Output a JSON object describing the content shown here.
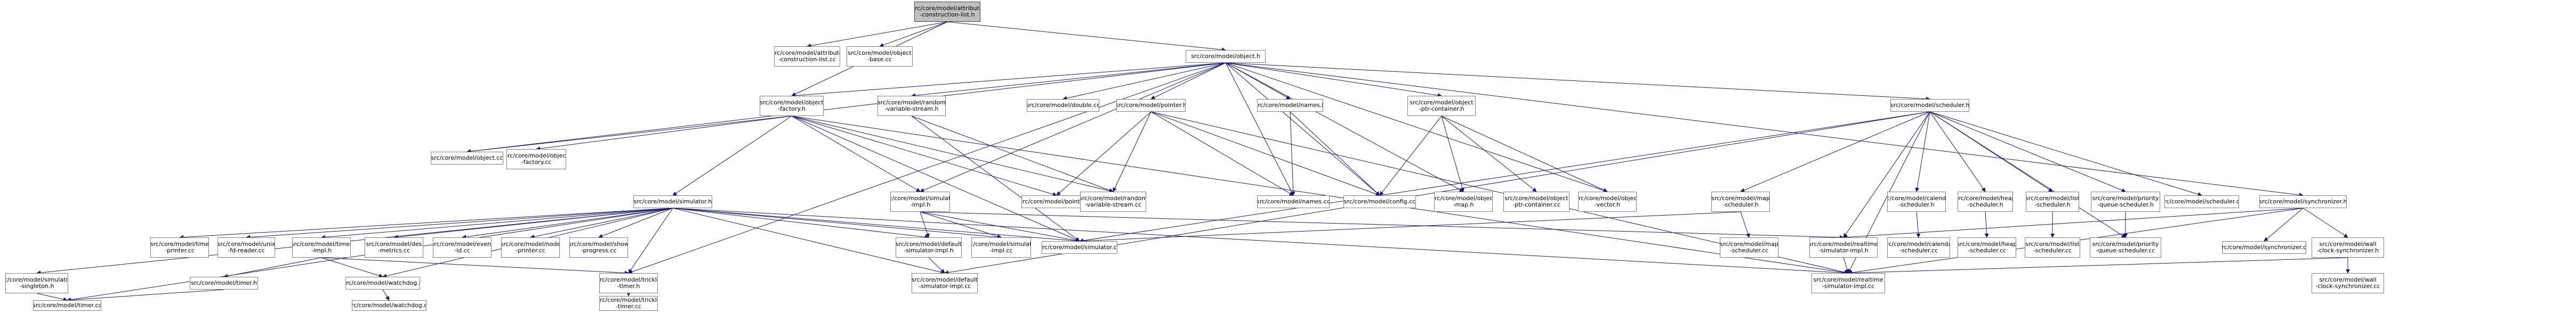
{
  "graph": {
    "title": "",
    "edge_color": "#191970",
    "node_border_color": "#7f7f7f",
    "root_fill_color": "#bfbfbf",
    "nodes": [
      {
        "id": "root",
        "lines": [
          "src/core/model/attribute",
          "-construction-list.h"
        ],
        "root": true
      },
      {
        "id": "attr_cc",
        "lines": [
          "src/core/model/attribute",
          "-construction-list.cc"
        ]
      },
      {
        "id": "obj_base_cc",
        "lines": [
          "src/core/model/object",
          "-base.cc"
        ]
      },
      {
        "id": "object_h",
        "lines": [
          "src/core/model/object.h"
        ]
      },
      {
        "id": "object_cc",
        "lines": [
          "src/core/model/object.cc"
        ]
      },
      {
        "id": "factory_h",
        "lines": [
          "src/core/model/object",
          "-factory.h"
        ]
      },
      {
        "id": "factory_cc",
        "lines": [
          "src/core/model/object",
          "-factory.cc"
        ]
      },
      {
        "id": "random_h",
        "lines": [
          "src/core/model/random",
          "-variable-stream.h"
        ]
      },
      {
        "id": "double_cc",
        "lines": [
          "src/core/model/double.cc"
        ]
      },
      {
        "id": "pointer_h",
        "lines": [
          "src/core/model/pointer.h"
        ]
      },
      {
        "id": "names_h",
        "lines": [
          "src/core/model/names.h"
        ]
      },
      {
        "id": "ptr_container_h",
        "lines": [
          "src/core/model/object",
          "-ptr-container.h"
        ]
      },
      {
        "id": "scheduler_h",
        "lines": [
          "src/core/model/scheduler.h"
        ]
      },
      {
        "id": "simulator_h",
        "lines": [
          "src/core/model/simulator.h"
        ]
      },
      {
        "id": "simimpl_h",
        "lines": [
          "src/core/model/simulator",
          "-impl.h"
        ]
      },
      {
        "id": "pointer_cc",
        "lines": [
          "src/core/model/pointer.cc"
        ]
      },
      {
        "id": "random_cc",
        "lines": [
          "src/core/model/random",
          "-variable-stream.cc"
        ]
      },
      {
        "id": "names_cc",
        "lines": [
          "src/core/model/names.cc"
        ]
      },
      {
        "id": "config_cc",
        "lines": [
          "src/core/model/config.cc"
        ]
      },
      {
        "id": "objmap_h",
        "lines": [
          "src/core/model/object",
          "-map.h"
        ]
      },
      {
        "id": "ptrcont_cc",
        "lines": [
          "src/core/model/object",
          "-ptr-container.cc"
        ]
      },
      {
        "id": "objvec_h",
        "lines": [
          "src/core/model/object",
          "-vector.h"
        ]
      },
      {
        "id": "map_sched_h",
        "lines": [
          "src/core/model/map",
          "-scheduler.h"
        ]
      },
      {
        "id": "cal_sched_h",
        "lines": [
          "src/core/model/calendar",
          "-scheduler.h"
        ]
      },
      {
        "id": "heap_sched_h",
        "lines": [
          "src/core/model/heap",
          "-scheduler.h"
        ]
      },
      {
        "id": "list_sched_h",
        "lines": [
          "src/core/model/list",
          "-scheduler.h"
        ]
      },
      {
        "id": "prio_sched_h",
        "lines": [
          "src/core/model/priority",
          "-queue-scheduler.h"
        ]
      },
      {
        "id": "scheduler_cc",
        "lines": [
          "src/core/model/scheduler.cc"
        ]
      },
      {
        "id": "sync_h",
        "lines": [
          "src/core/model/synchronizer.h"
        ]
      },
      {
        "id": "time_printer_cc",
        "lines": [
          "src/core/model/time",
          "-printer.cc"
        ]
      },
      {
        "id": "unix_fd_cc",
        "lines": [
          "src/core/model/unix",
          "-fd-reader.cc"
        ]
      },
      {
        "id": "timer_impl_h",
        "lines": [
          "src/core/model/timer",
          "-impl.h"
        ]
      },
      {
        "id": "des_metrics_cc",
        "lines": [
          "src/core/model/des",
          "-metrics.cc"
        ]
      },
      {
        "id": "event_id_cc",
        "lines": [
          "src/core/model/event",
          "-id.cc"
        ]
      },
      {
        "id": "node_printer_cc",
        "lines": [
          "src/core/model/node",
          "-printer.cc"
        ]
      },
      {
        "id": "show_progress_cc",
        "lines": [
          "src/core/model/show",
          "-progress.cc"
        ]
      },
      {
        "id": "def_sim_impl_h",
        "lines": [
          "src/core/model/default",
          "-simulator-impl.h"
        ]
      },
      {
        "id": "simimpl_cc",
        "lines": [
          "src/core/model/simulator",
          "-impl.cc"
        ]
      },
      {
        "id": "simulator_cc",
        "lines": [
          "src/core/model/simulator.cc"
        ]
      },
      {
        "id": "map_sched_cc",
        "lines": [
          "src/core/model/map",
          "-scheduler.cc"
        ]
      },
      {
        "id": "rt_sim_impl_h",
        "lines": [
          "src/core/model/realtime",
          "-simulator-impl.h"
        ]
      },
      {
        "id": "cal_sched_cc",
        "lines": [
          "src/core/model/calendar",
          "-scheduler.cc"
        ]
      },
      {
        "id": "heap_sched_cc",
        "lines": [
          "src/core/model/heap",
          "-scheduler.cc"
        ]
      },
      {
        "id": "list_sched_cc",
        "lines": [
          "src/core/model/list",
          "-scheduler.cc"
        ]
      },
      {
        "id": "prio_sched_cc",
        "lines": [
          "src/core/model/priority",
          "-queue-scheduler.cc"
        ]
      },
      {
        "id": "sync_cc",
        "lines": [
          "src/core/model/synchronizer.cc"
        ]
      },
      {
        "id": "wall_sync_h",
        "lines": [
          "src/core/model/wall",
          "-clock-synchronizer.h"
        ]
      },
      {
        "id": "sim_singleton_h",
        "lines": [
          "src/core/model/simulation",
          "-singleton.h"
        ]
      },
      {
        "id": "timer_h",
        "lines": [
          "src/core/model/timer.h"
        ]
      },
      {
        "id": "watchdog_h",
        "lines": [
          "src/core/model/watchdog.h"
        ]
      },
      {
        "id": "trickle_h",
        "lines": [
          "src/core/model/trickle",
          "-timer.h"
        ]
      },
      {
        "id": "def_sim_impl_cc",
        "lines": [
          "src/core/model/default",
          "-simulator-impl.cc"
        ]
      },
      {
        "id": "rt_sim_impl_cc",
        "lines": [
          "src/core/model/realtime",
          "-simulator-impl.cc"
        ]
      },
      {
        "id": "wall_sync_cc",
        "lines": [
          "src/core/model/wall",
          "-clock-synchronizer.cc"
        ]
      },
      {
        "id": "timer_cc",
        "lines": [
          "src/core/model/timer.cc"
        ]
      },
      {
        "id": "watchdog_cc",
        "lines": [
          "src/core/model/watchdog.cc"
        ]
      },
      {
        "id": "trickle_cc",
        "lines": [
          "src/core/model/trickle",
          "-timer.cc"
        ]
      }
    ],
    "edges": [
      [
        "root",
        "attr_cc"
      ],
      [
        "root",
        "obj_base_cc"
      ],
      [
        "root",
        "object_h"
      ],
      [
        "root",
        "factory_h"
      ],
      [
        "object_h",
        "object_cc"
      ],
      [
        "object_h",
        "factory_h"
      ],
      [
        "object_h",
        "random_h"
      ],
      [
        "object_h",
        "double_cc"
      ],
      [
        "object_h",
        "pointer_h"
      ],
      [
        "object_h",
        "names_h"
      ],
      [
        "object_h",
        "ptr_container_h"
      ],
      [
        "object_h",
        "scheduler_h"
      ],
      [
        "object_h",
        "config_cc"
      ],
      [
        "object_h",
        "objvec_h"
      ],
      [
        "object_h",
        "names_cc"
      ],
      [
        "object_h",
        "objmap_h"
      ],
      [
        "object_h",
        "simimpl_h"
      ],
      [
        "object_h",
        "sync_h"
      ],
      [
        "object_h",
        "trickle_h"
      ],
      [
        "factory_h",
        "object_cc"
      ],
      [
        "factory_h",
        "factory_cc"
      ],
      [
        "factory_h",
        "simulator_h"
      ],
      [
        "factory_h",
        "simimpl_h"
      ],
      [
        "factory_h",
        "simulator_cc"
      ],
      [
        "factory_h",
        "pointer_cc"
      ],
      [
        "factory_h",
        "random_cc"
      ],
      [
        "factory_h",
        "rt_sim_impl_cc"
      ],
      [
        "random_h",
        "random_cc"
      ],
      [
        "random_h",
        "simulator_cc"
      ],
      [
        "pointer_h",
        "pointer_cc"
      ],
      [
        "pointer_h",
        "random_cc"
      ],
      [
        "pointer_h",
        "names_cc"
      ],
      [
        "pointer_h",
        "config_cc"
      ],
      [
        "pointer_h",
        "rt_sim_impl_cc"
      ],
      [
        "names_h",
        "names_cc"
      ],
      [
        "names_h",
        "config_cc"
      ],
      [
        "ptr_container_h",
        "config_cc"
      ],
      [
        "ptr_container_h",
        "objmap_h"
      ],
      [
        "ptr_container_h",
        "ptrcont_cc"
      ],
      [
        "ptr_container_h",
        "objvec_h"
      ],
      [
        "scheduler_h",
        "map_sched_h"
      ],
      [
        "scheduler_h",
        "cal_sched_h"
      ],
      [
        "scheduler_h",
        "heap_sched_h"
      ],
      [
        "scheduler_h",
        "list_sched_h"
      ],
      [
        "scheduler_h",
        "prio_sched_h"
      ],
      [
        "scheduler_h",
        "scheduler_cc"
      ],
      [
        "scheduler_h",
        "simulator_cc"
      ],
      [
        "scheduler_h",
        "rt_sim_impl_h"
      ],
      [
        "scheduler_h",
        "rt_sim_impl_cc"
      ],
      [
        "scheduler_h",
        "def_sim_impl_cc"
      ],
      [
        "scheduler_h",
        "prio_sched_cc"
      ],
      [
        "simulator_h",
        "time_printer_cc"
      ],
      [
        "simulator_h",
        "unix_fd_cc"
      ],
      [
        "simulator_h",
        "timer_impl_h"
      ],
      [
        "simulator_h",
        "des_metrics_cc"
      ],
      [
        "simulator_h",
        "event_id_cc"
      ],
      [
        "simulator_h",
        "node_printer_cc"
      ],
      [
        "simulator_h",
        "show_progress_cc"
      ],
      [
        "simulator_h",
        "sim_singleton_h"
      ],
      [
        "simulator_h",
        "timer_cc"
      ],
      [
        "simulator_h",
        "simulator_cc"
      ],
      [
        "simulator_h",
        "simimpl_cc"
      ],
      [
        "simulator_h",
        "def_sim_impl_h"
      ],
      [
        "simulator_h",
        "watchdog_h"
      ],
      [
        "simulator_h",
        "trickle_h"
      ],
      [
        "simulator_h",
        "def_sim_impl_cc"
      ],
      [
        "simulator_h",
        "rt_sim_impl_cc"
      ],
      [
        "simimpl_h",
        "def_sim_impl_h"
      ],
      [
        "simimpl_h",
        "simimpl_cc"
      ],
      [
        "simimpl_h",
        "simulator_cc"
      ],
      [
        "simimpl_h",
        "rt_sim_impl_h"
      ],
      [
        "def_sim_impl_h",
        "def_sim_impl_cc"
      ],
      [
        "timer_impl_h",
        "timer_h"
      ],
      [
        "timer_impl_h",
        "watchdog_h"
      ],
      [
        "timer_impl_h",
        "trickle_h"
      ],
      [
        "timer_h",
        "timer_cc"
      ],
      [
        "watchdog_h",
        "watchdog_cc"
      ],
      [
        "trickle_h",
        "trickle_cc"
      ],
      [
        "sim_singleton_h",
        "timer_cc"
      ],
      [
        "map_sched_h",
        "map_sched_cc"
      ],
      [
        "map_sched_h",
        "simulator_cc"
      ],
      [
        "cal_sched_h",
        "cal_sched_cc"
      ],
      [
        "heap_sched_h",
        "heap_sched_cc"
      ],
      [
        "list_sched_h",
        "list_sched_cc"
      ],
      [
        "prio_sched_h",
        "prio_sched_cc"
      ],
      [
        "rt_sim_impl_h",
        "rt_sim_impl_cc"
      ],
      [
        "sync_h",
        "sync_cc"
      ],
      [
        "sync_h",
        "wall_sync_h"
      ],
      [
        "sync_h",
        "rt_sim_impl_h"
      ],
      [
        "sync_h",
        "rt_sim_impl_cc"
      ],
      [
        "wall_sync_h",
        "wall_sync_cc"
      ],
      [
        "wall_sync_h",
        "rt_sim_impl_cc"
      ]
    ]
  }
}
